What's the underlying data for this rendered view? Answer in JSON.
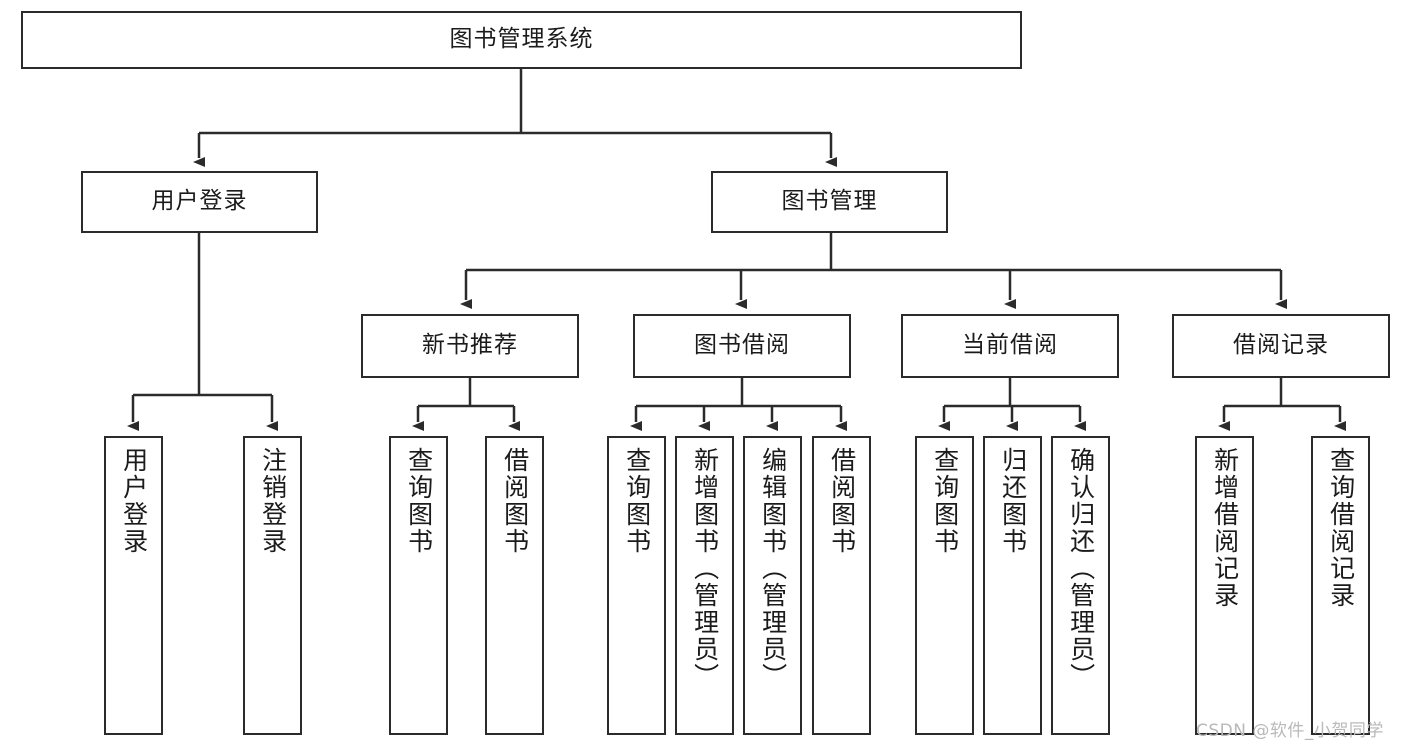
{
  "diagram": {
    "title": "图书管理系统",
    "type": "hierarchy-tree",
    "root": {
      "label": "图书管理系统"
    },
    "level2": [
      {
        "label": "用户登录"
      },
      {
        "label": "图书管理"
      }
    ],
    "level3": [
      {
        "label": "新书推荐"
      },
      {
        "label": "图书借阅"
      },
      {
        "label": "当前借阅"
      },
      {
        "label": "借阅记录"
      }
    ],
    "leaves": {
      "user_login": [
        {
          "label": "用户登录"
        },
        {
          "label": "注销登录"
        }
      ],
      "new_book_recommend": [
        {
          "label": "查询图书"
        },
        {
          "label": "借阅图书"
        }
      ],
      "book_borrow": [
        {
          "label": "查询图书"
        },
        {
          "label": "新增图书（管理员）"
        },
        {
          "label": "编辑图书（管理员）"
        },
        {
          "label": "借阅图书"
        }
      ],
      "current_borrow": [
        {
          "label": "查询图书"
        },
        {
          "label": "归还图书"
        },
        {
          "label": "确认归还（管理员）"
        }
      ],
      "borrow_record": [
        {
          "label": "新增借阅记录"
        },
        {
          "label": "查询借阅记录"
        }
      ]
    }
  },
  "watermark": {
    "text": "CSDN @软件_小贺同学"
  },
  "colors": {
    "stroke": "#2b2b2b",
    "fill": "#ffffff",
    "text": "#1b1b1b",
    "watermark": "#b9b9b9"
  }
}
